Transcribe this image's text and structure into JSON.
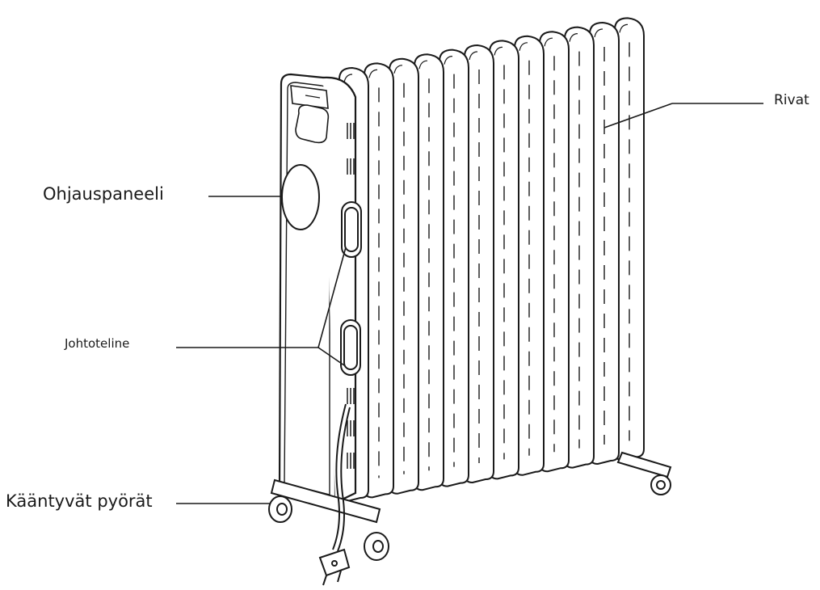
{
  "labels": {
    "control_panel": "Ohjauspaneeli",
    "cord_holder": "Johtoteline",
    "swivel_wheels": "Kääntyvät pyörät",
    "fins": "Rivat"
  },
  "illustration": {
    "subject": "oil-filled-radiator",
    "fin_count": 12,
    "line_color": "#1a1a1a",
    "fill_color": "#ffffff"
  }
}
